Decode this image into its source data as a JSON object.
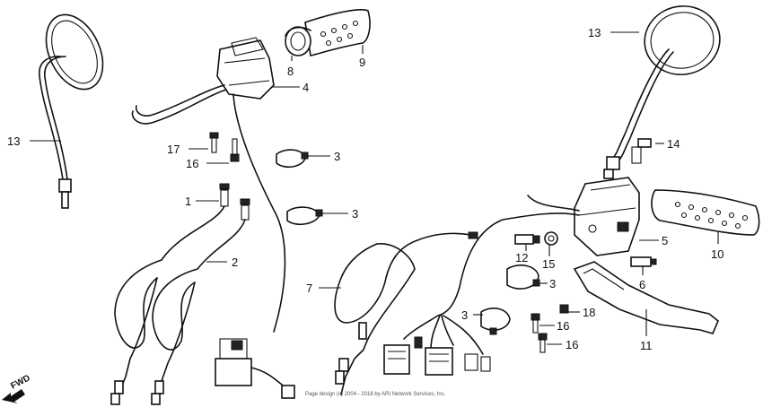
{
  "callouts": {
    "c1": "1",
    "c2": "2",
    "c3a": "3",
    "c3b": "3",
    "c3c": "3",
    "c3d": "3",
    "c4": "4",
    "c5": "5",
    "c6": "6",
    "c7": "7",
    "c8": "8",
    "c9": "9",
    "c10": "10",
    "c11": "11",
    "c12": "12",
    "c13a": "13",
    "c13b": "13",
    "c14": "14",
    "c15": "15",
    "c16a": "16",
    "c16b": "16",
    "c16c": "16",
    "c17": "17",
    "c18": "18"
  },
  "direction_label": "FWD",
  "copyright": "Page design (c) 2004 - 2018 by ARI Network Services, Inc."
}
